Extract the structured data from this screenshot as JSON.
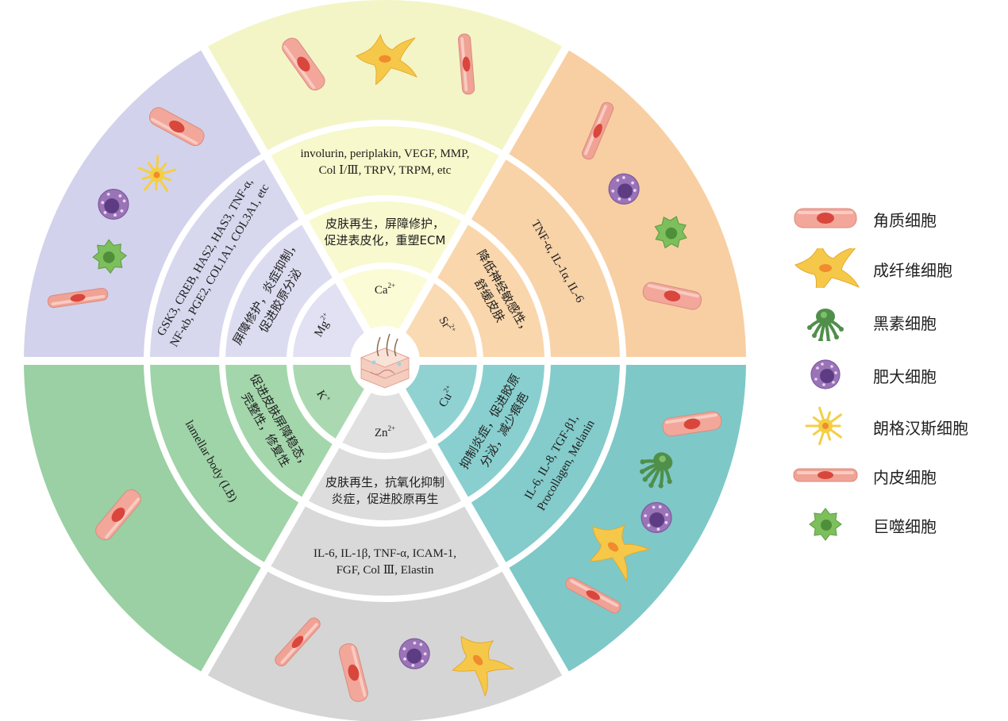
{
  "sectors": [
    {
      "id": "ca",
      "ion": "Ca",
      "charge": "2+",
      "angle": 0,
      "flip": false,
      "colors": {
        "outer": "#f4f5c6",
        "mid": "#f7f8cb",
        "inner": "#f9f9cf",
        "core": "#fbfbd6"
      },
      "effect": [
        "皮肤再生，屏障修护，",
        "促进表皮化，重塑ECM"
      ],
      "markers": [
        "involurin, periplakin, VEGF, MMP,",
        "Col Ⅰ/Ⅲ, TRPV, TRPM, etc"
      ],
      "cells": [
        "keratinocyte",
        "fibroblast",
        "endothelial"
      ]
    },
    {
      "id": "sr",
      "ion": "Sr",
      "charge": "2+",
      "angle": 60,
      "flip": false,
      "colors": {
        "outer": "#f8cfa2",
        "mid": "#f8d3a8",
        "inner": "#f9d6ac",
        "core": "#fadab2"
      },
      "effect": [
        "降低神经敏感性，",
        "舒缓皮肤"
      ],
      "markers": [
        "TNF-α, IL-1α, IL-6"
      ],
      "cells": [
        "endothelial",
        "mast",
        "macrophage",
        "keratinocyte"
      ]
    },
    {
      "id": "cu",
      "ion": "Cu",
      "charge": "2+",
      "angle": 120,
      "flip": true,
      "colors": {
        "outer": "#7ec8c8",
        "mid": "#84cbcb",
        "inner": "#8acfcf",
        "core": "#90d2d2"
      },
      "effect": [
        "抑制炎症，促进胶原",
        "分泌，减少痕疤"
      ],
      "markers": [
        "IL-6, IL-8, TGF-β1,",
        "Procollagen, Melanin"
      ],
      "cells": [
        "keratinocyte",
        "melanocyte",
        "mast",
        "fibroblast",
        "endothelial"
      ]
    },
    {
      "id": "zn",
      "ion": "Zn",
      "charge": "2+",
      "angle": 180,
      "flip": true,
      "colors": {
        "outer": "#d5d5d5",
        "mid": "#d9d9d9",
        "inner": "#dddddd",
        "core": "#e1e1e1"
      },
      "effect": [
        "皮肤再生，抗氧化抑制",
        "炎症，促进胶原再生"
      ],
      "markers": [
        "IL-6, IL-1β, TNF-α, ICAM-1,",
        "FGF, Col Ⅲ, Elastin"
      ],
      "cells": [
        "fibroblast",
        "mast",
        "keratinocyte",
        "endothelial"
      ]
    },
    {
      "id": "k",
      "ion": "K",
      "charge": "+",
      "angle": 240,
      "flip": true,
      "colors": {
        "outer": "#9ad0a3",
        "mid": "#9fd3a8",
        "inner": "#a4d6ac",
        "core": "#aad9b1"
      },
      "effect": [
        "促进皮肤屏障稳态，",
        "完整性，修复性"
      ],
      "markers": [
        "lamellar body (LB)"
      ],
      "cells": [
        "keratinocyte"
      ]
    },
    {
      "id": "mg",
      "ion": "Mg",
      "charge": "2+",
      "angle": 300,
      "flip": false,
      "colors": {
        "outer": "#d2d2ec",
        "mid": "#d7d7ee",
        "inner": "#dcdcf1",
        "core": "#e1e1f3"
      },
      "effect": [
        "屏障修护，炎症抑制，",
        "促进胶原分泌"
      ],
      "markers": [
        "GSK3, CREB, HAS2, HAS3, TNF-α,",
        "NF-κb, PGE2, COL1A1, COL3A1, etc"
      ],
      "cells": [
        "endothelial",
        "macrophage",
        "mast",
        "langerhans",
        "keratinocyte"
      ]
    }
  ],
  "legend": [
    {
      "cell": "keratinocyte",
      "label": "角质细胞"
    },
    {
      "cell": "fibroblast",
      "label": "成纤维细胞"
    },
    {
      "cell": "melanocyte",
      "label": "黑素细胞"
    },
    {
      "cell": "mast",
      "label": "肥大细胞"
    },
    {
      "cell": "langerhans",
      "label": "朗格汉斯细胞"
    },
    {
      "cell": "endothelial",
      "label": "内皮细胞"
    },
    {
      "cell": "macrophage",
      "label": "巨噬细胞"
    }
  ],
  "colors": {
    "keratinocyte": "#f2a79a",
    "keratinocyte_nucleus": "#d9473c",
    "fibroblast": "#f6c84a",
    "fibroblast_nucleus": "#f08c2c",
    "melanocyte": "#4f8f4a",
    "mast": "#9b74b8",
    "langerhans": "#f5cf43",
    "endothelial": "#f0a295",
    "macrophage": "#7cbf5c"
  }
}
